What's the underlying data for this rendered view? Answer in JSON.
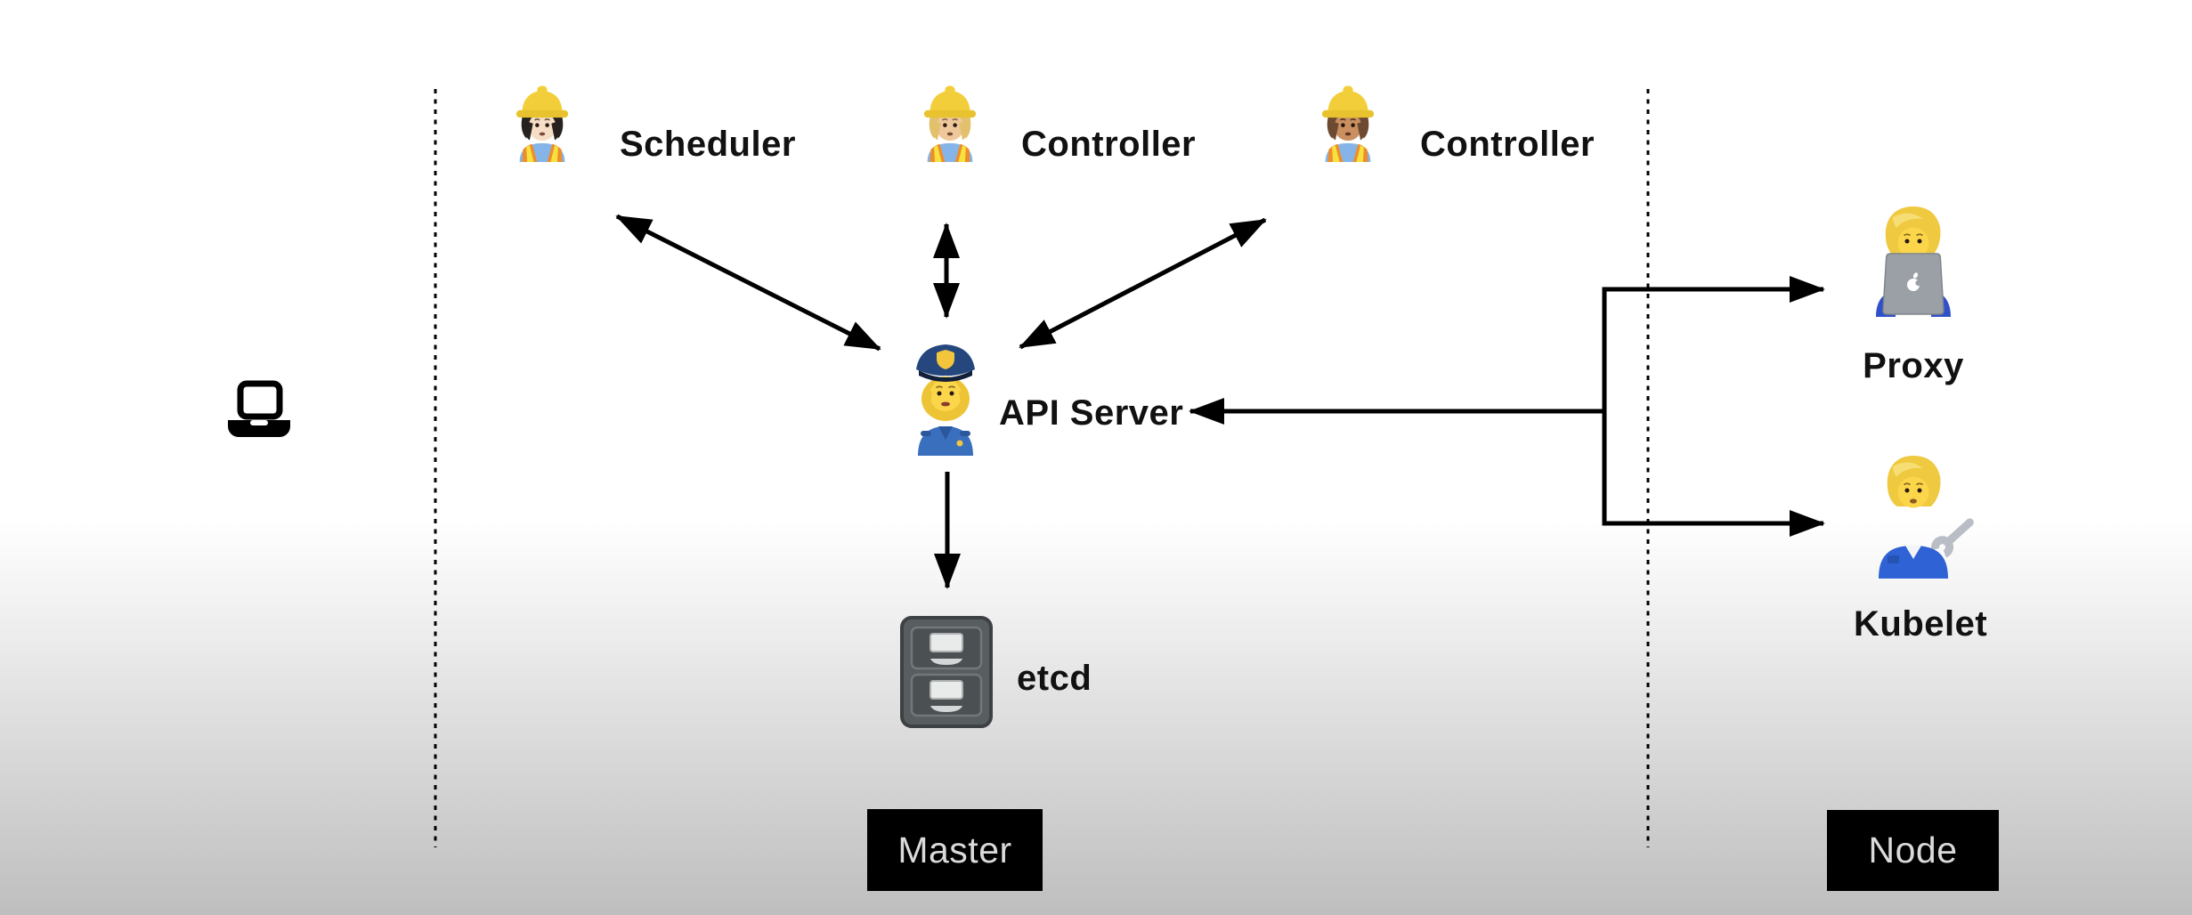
{
  "diagram": {
    "title_visible": false,
    "client": {
      "icon": "laptop-icon"
    },
    "master_zone": {
      "label": "Master",
      "components": [
        {
          "id": "scheduler",
          "label": "Scheduler",
          "icon": "construction-worker-emoji",
          "skin": "light"
        },
        {
          "id": "controller-1",
          "label": "Controller",
          "icon": "construction-worker-emoji",
          "skin": "medium-light"
        },
        {
          "id": "controller-2",
          "label": "Controller",
          "icon": "construction-worker-emoji",
          "skin": "medium"
        },
        {
          "id": "api-server",
          "label": "API Server",
          "icon": "police-officer-emoji"
        },
        {
          "id": "etcd",
          "label": "etcd",
          "icon": "file-cabinet-emoji"
        }
      ]
    },
    "node_zone": {
      "label": "Node",
      "components": [
        {
          "id": "proxy",
          "label": "Proxy",
          "icon": "technologist-emoji"
        },
        {
          "id": "kubelet",
          "label": "Kubelet",
          "icon": "mechanic-emoji"
        }
      ]
    },
    "connections": [
      {
        "from": "api-server",
        "to": "scheduler",
        "type": "bidirectional"
      },
      {
        "from": "api-server",
        "to": "controller-1",
        "type": "bidirectional"
      },
      {
        "from": "api-server",
        "to": "controller-2",
        "type": "bidirectional"
      },
      {
        "from": "api-server",
        "to": "etcd",
        "type": "one-way"
      },
      {
        "from": "node-branch",
        "to": "api-server",
        "type": "one-way"
      },
      {
        "from": "node-branch",
        "to": "proxy",
        "type": "one-way"
      },
      {
        "from": "node-branch",
        "to": "kubelet",
        "type": "one-way"
      }
    ],
    "colors": {
      "line": "#000000",
      "label_text": "#111111",
      "zone_tag_bg": "#000000",
      "zone_tag_text": "#dadada",
      "background_top": "#ffffff",
      "background_bottom": "#bfbebe"
    }
  }
}
